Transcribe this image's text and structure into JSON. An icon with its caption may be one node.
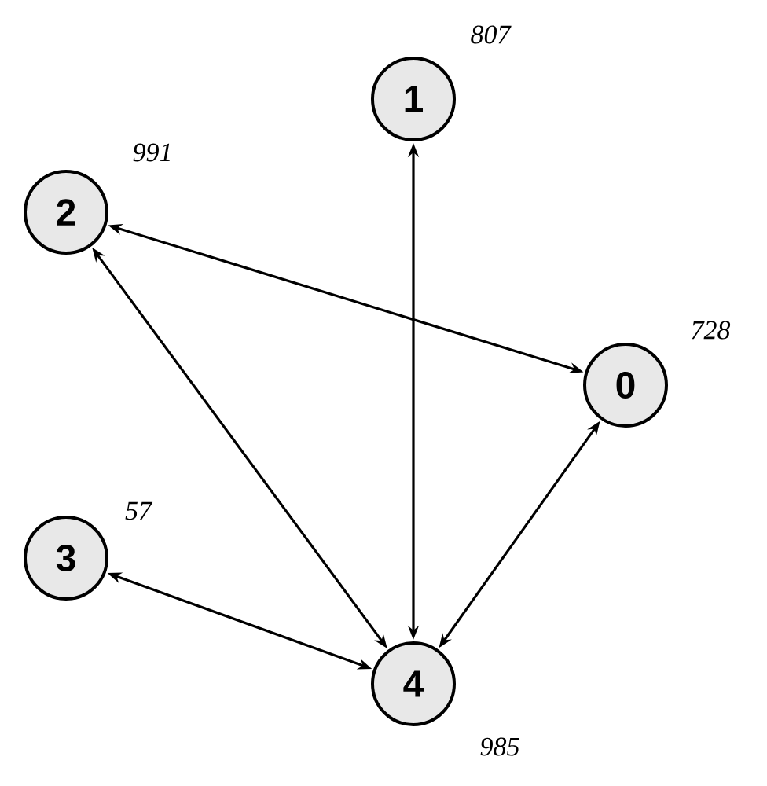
{
  "diagram": {
    "nodes": [
      {
        "text": [
          "0"
        ],
        "beside": [
          "728"
        ]
      },
      {
        "text": [
          "1"
        ],
        "beside": [
          "807"
        ]
      },
      {
        "text": [
          "2"
        ],
        "beside": [
          "991"
        ]
      },
      {
        "text": [
          "3"
        ],
        "beside": [
          "57"
        ]
      },
      {
        "text": [
          "4"
        ],
        "beside": [
          "985"
        ]
      }
    ],
    "edges": [
      {
        "from": 2,
        "to": 0,
        "arrow": "both"
      },
      {
        "from": 1,
        "to": 4,
        "arrow": "both"
      },
      {
        "from": 2,
        "to": 4,
        "arrow": "both"
      },
      {
        "from": 0,
        "to": 4,
        "arrow": "both"
      },
      {
        "from": 3,
        "to": 4,
        "arrow": "both"
      }
    ]
  }
}
